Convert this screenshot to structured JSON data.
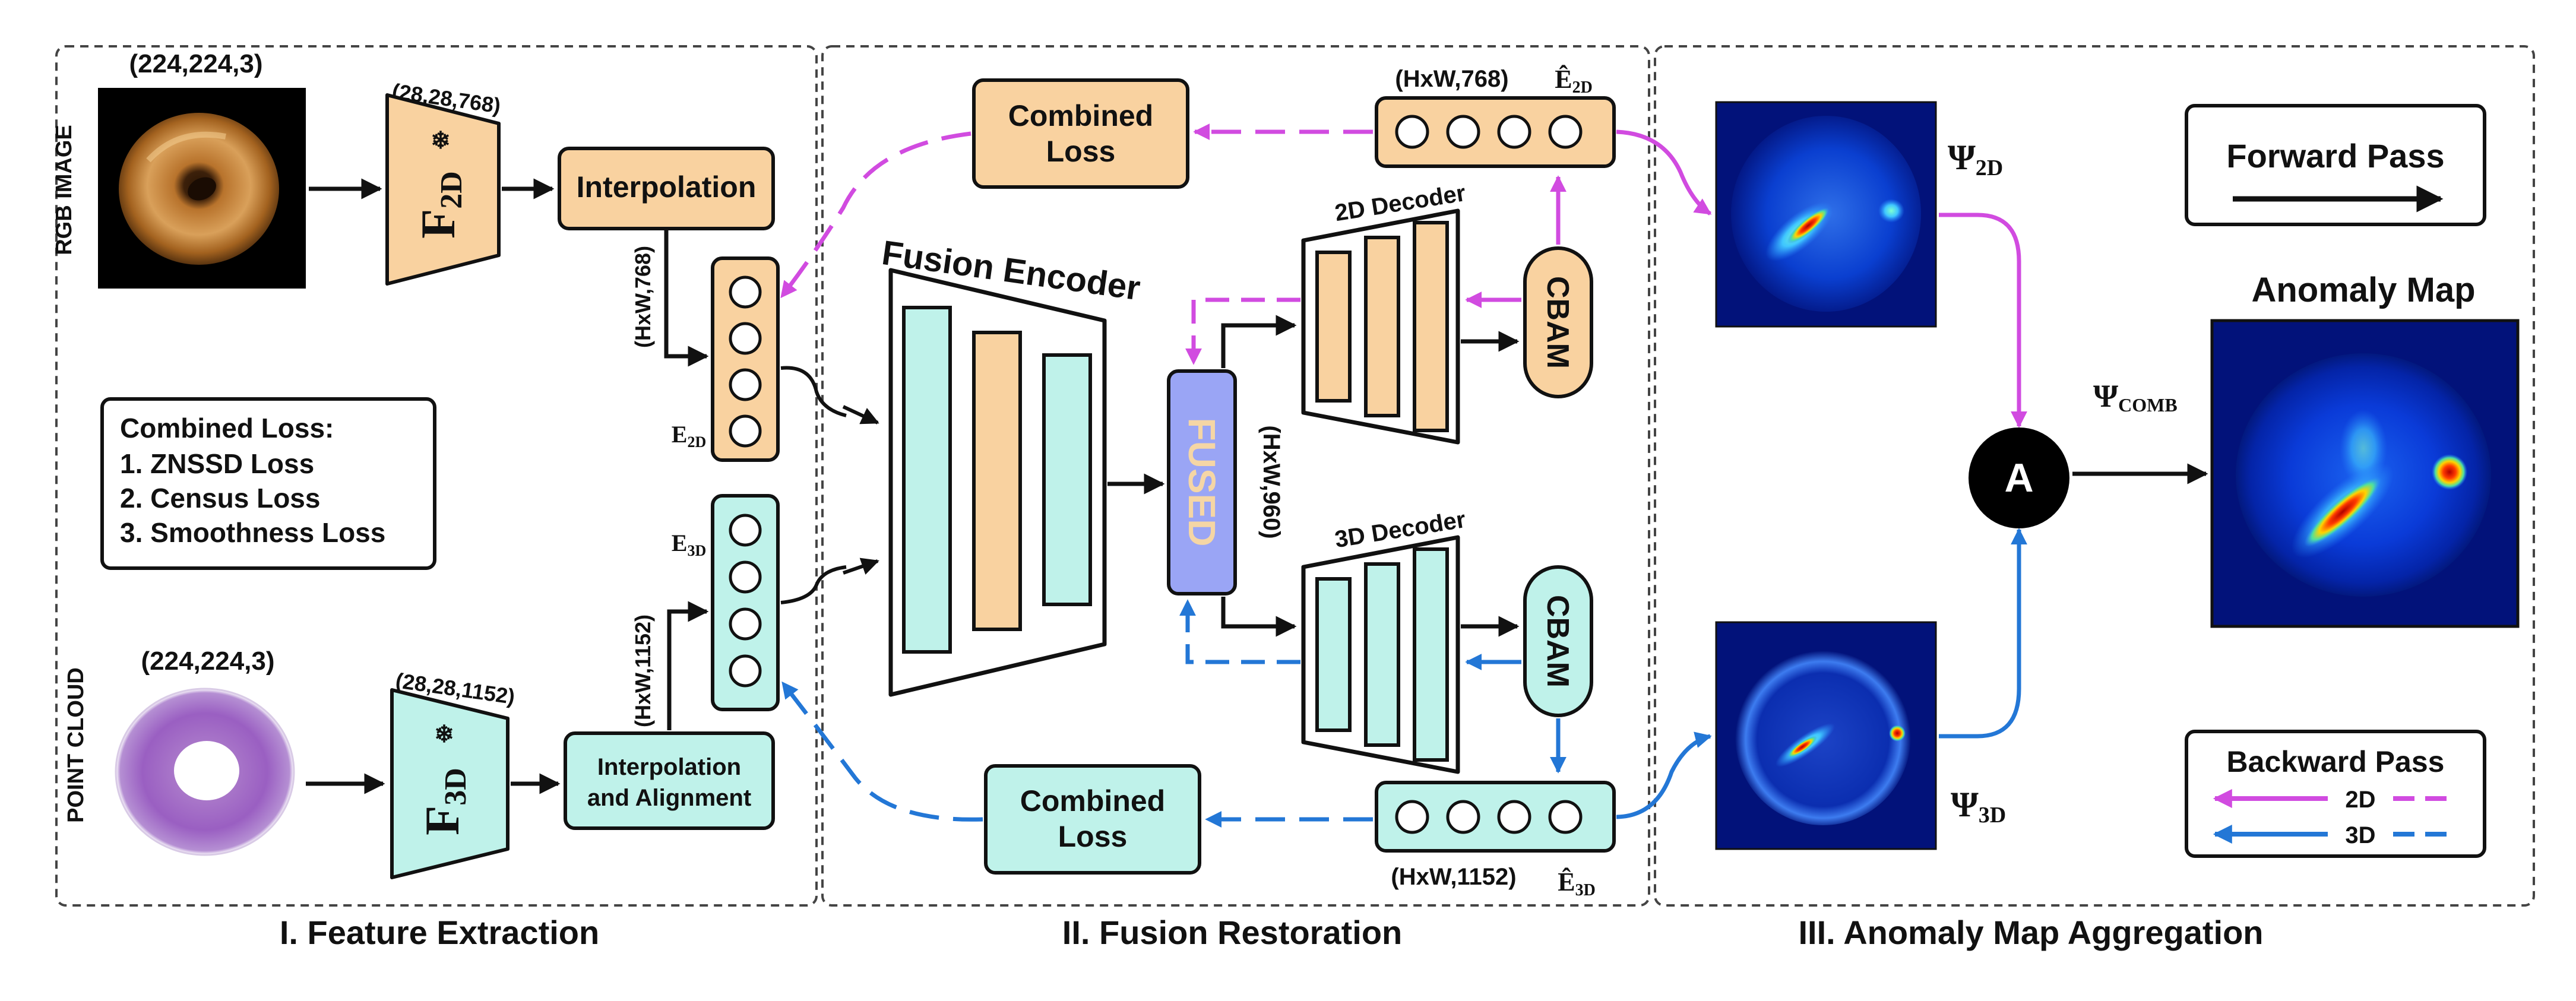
{
  "colors": {
    "orange": "#F9D2A0",
    "teal": "#BFF2EA",
    "purple": "#D14BE0",
    "blue": "#2377D6",
    "fused_fill": "#9AA5F5",
    "black": "#111111"
  },
  "sections": {
    "feature_extraction": "I. Feature Extraction",
    "fusion_restoration": "II. Fusion Restoration",
    "anomaly_aggregation": "III. Anomaly Map Aggregation"
  },
  "rgb": {
    "side_label": "RGB IMAGE",
    "dims": "(224,224,3)",
    "extractor_dims": "(28,28,768)",
    "extractor": {
      "base": "F",
      "sub": "2D"
    },
    "interp_label": "Interpolation",
    "feat_dims": "(HxW,768)",
    "feat": {
      "base": "E",
      "sub": "2D"
    }
  },
  "pc": {
    "side_label": "POINT CLOUD",
    "dims": "(224,224,3)",
    "extractor_dims": "(28,28,1152)",
    "extractor": {
      "base": "F",
      "sub": "3D"
    },
    "interp_line1": "Interpolation",
    "interp_line2": "and Alignment",
    "feat_dims": "(HxW,1152)",
    "feat": {
      "base": "E",
      "sub": "3D"
    }
  },
  "loss_box": {
    "title": "Combined Loss:",
    "items": [
      "1. ZNSSD Loss",
      "2. Census Loss",
      "3. Smoothness Loss"
    ]
  },
  "fusion": {
    "encoder_label": "Fusion Encoder",
    "fused_label": "FUSED",
    "fused_dims": "(HxW,960)",
    "decoder_2d": "2D Decoder",
    "decoder_3d": "3D Decoder",
    "cbam": "CBAM",
    "combined_loss_line1": "Combined",
    "combined_loss_line2": "Loss",
    "rec_2d_dims": "(HxW,768)",
    "rec_2d": {
      "base": "Ê",
      "sub": "2D"
    },
    "rec_3d_dims": "(HxW,1152)",
    "rec_3d": {
      "base": "Ê",
      "sub": "3D"
    }
  },
  "aggregation": {
    "psi_2d": {
      "base": "Ψ",
      "sub": "2D"
    },
    "psi_3d": {
      "base": "Ψ",
      "sub": "3D"
    },
    "psi_comb": {
      "base": "Ψ",
      "sub": "COMB"
    },
    "aggregator": "A",
    "anomaly_map": "Anomaly Map",
    "forward_pass": "Forward Pass",
    "backward_pass": "Backward Pass",
    "legend_2d": "2D",
    "legend_3d": "3D"
  }
}
